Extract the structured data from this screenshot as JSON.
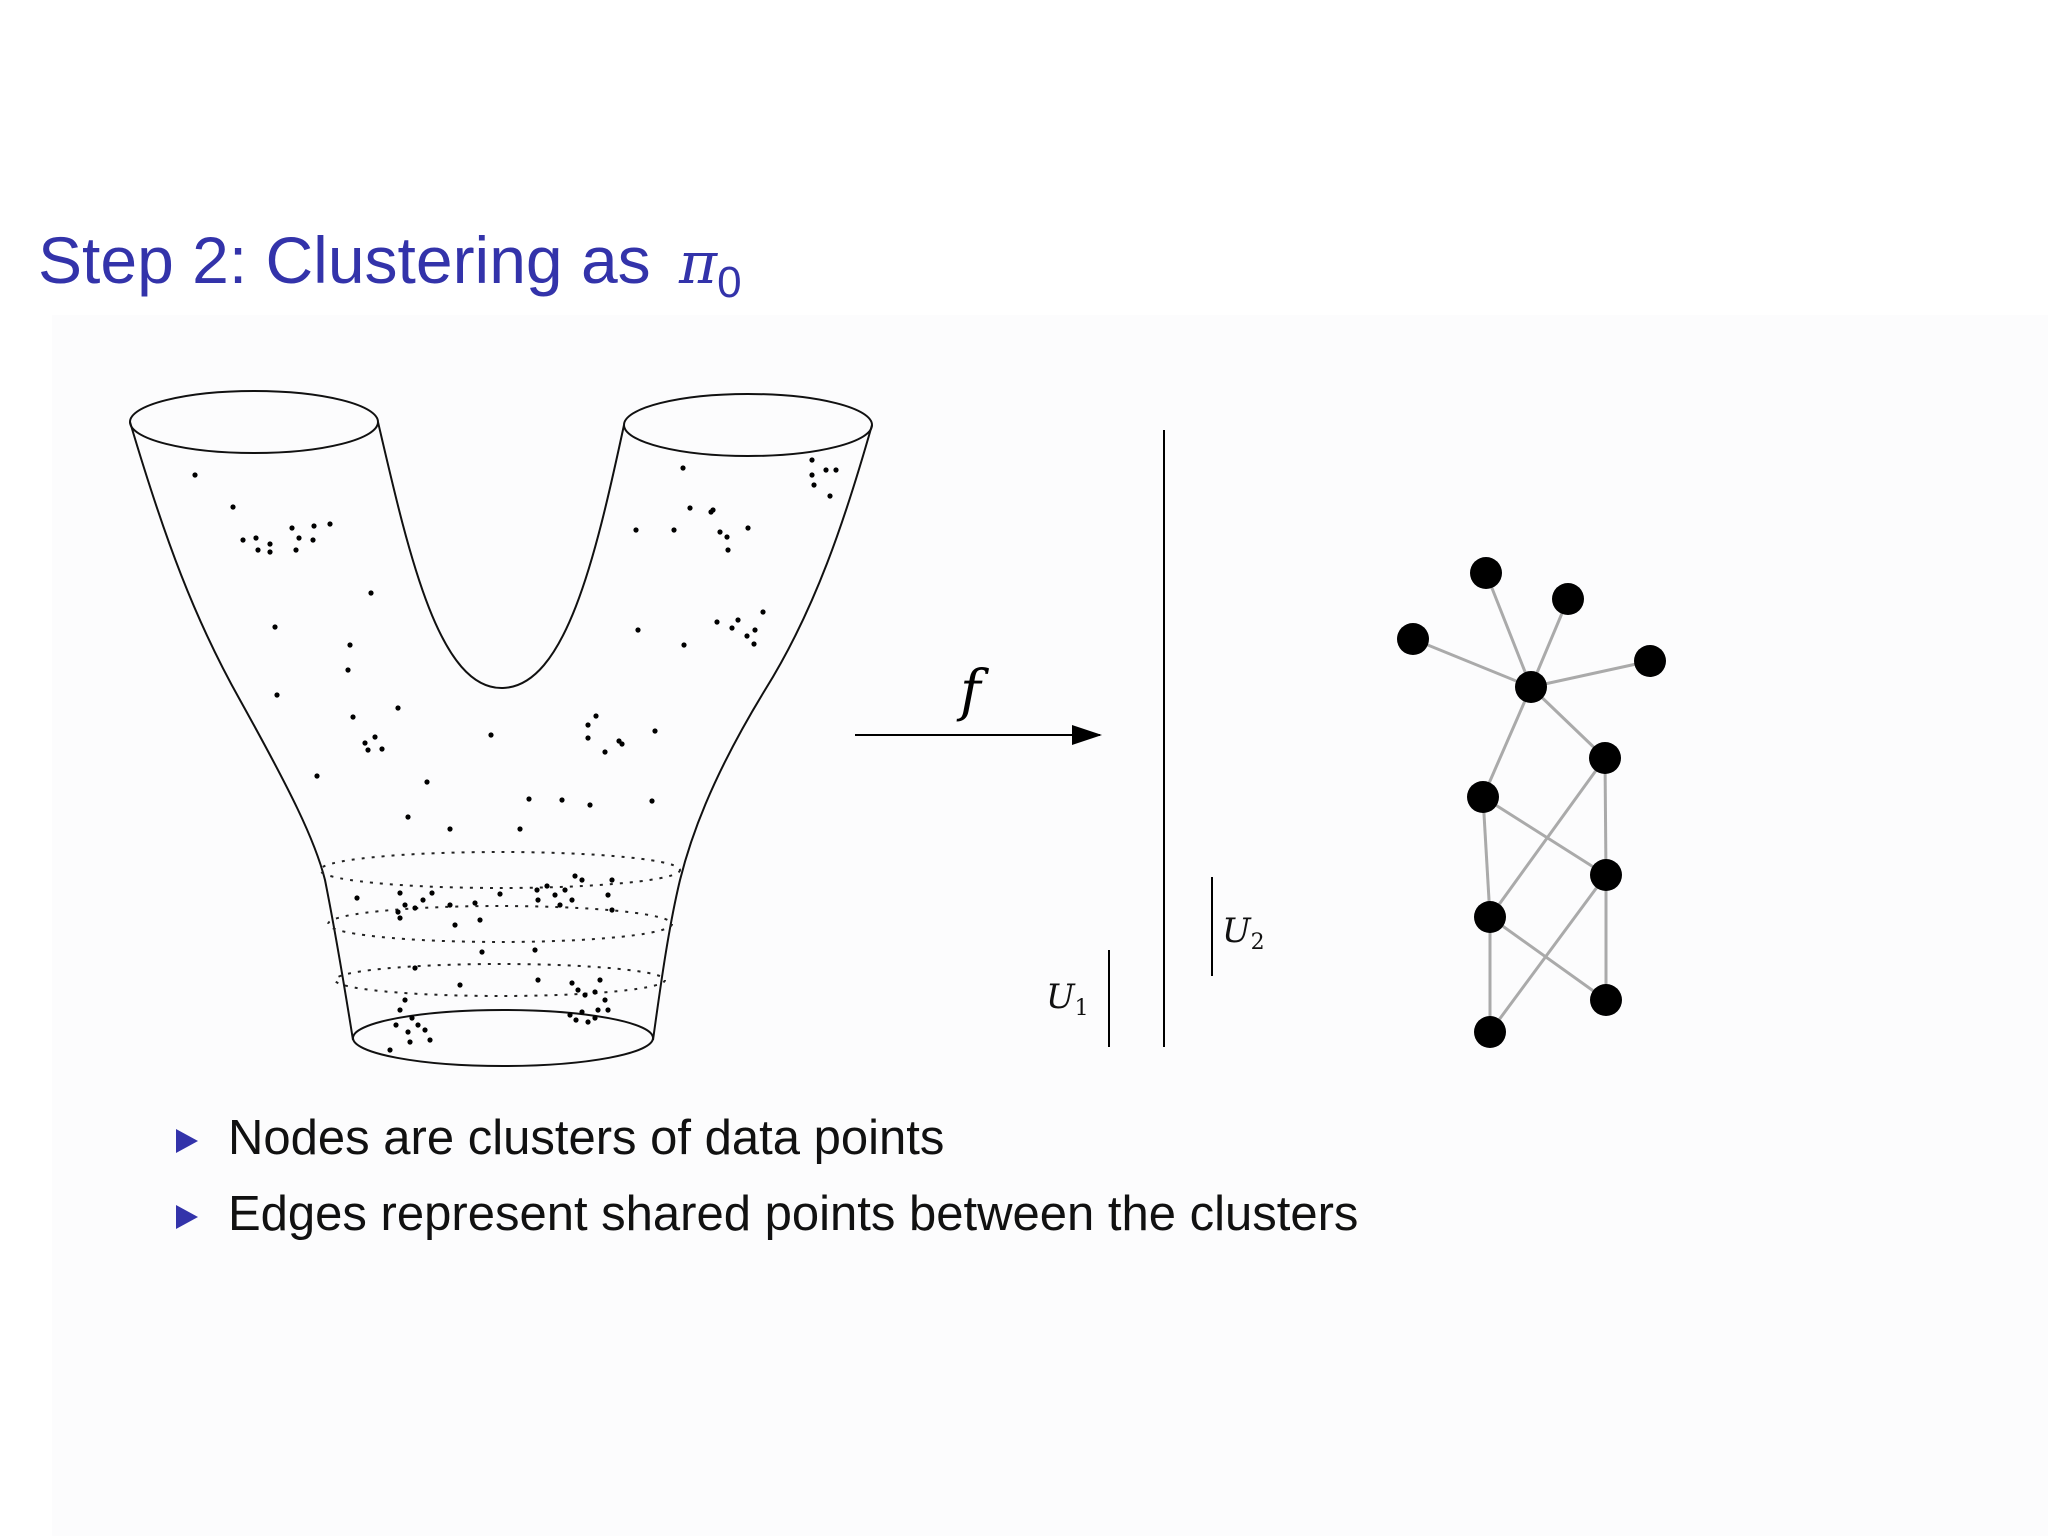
{
  "slide": {
    "title": "Step 2: Clustering as ",
    "title_symbol": "π",
    "title_subscript": "0",
    "bullets": [
      "Nodes are clusters of data points",
      "Edges represent shared points between the clusters"
    ]
  },
  "diagram": {
    "map_label": "f",
    "interval_labels": [
      {
        "name": "U",
        "sub": "1"
      },
      {
        "name": "U",
        "sub": "2"
      }
    ]
  },
  "colors": {
    "title": "#3333aa",
    "bullet_marker": "#3333aa",
    "node": "#000000",
    "edge": "#aaaaaa"
  }
}
